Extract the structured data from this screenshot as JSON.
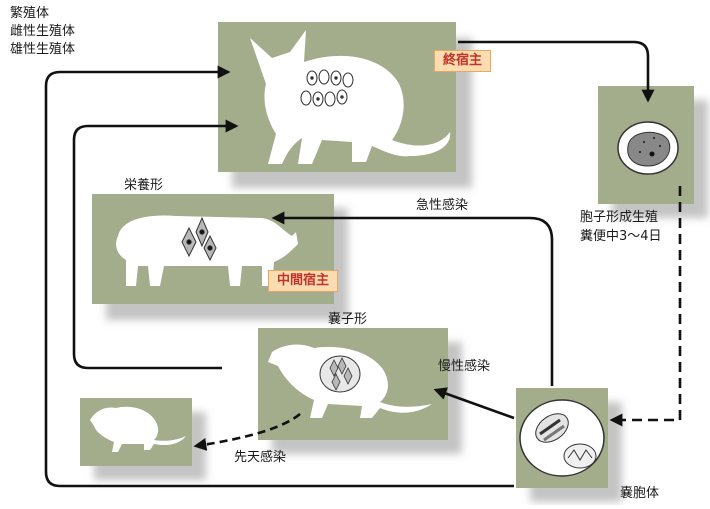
{
  "stages": {
    "cat_stages": [
      "繁殖体",
      "雌性生殖体",
      "雄性生殖体"
    ],
    "sporulation": [
      "胞子形成生殖",
      "糞便中3〜4日"
    ],
    "tachyzoite": "栄養形",
    "bradyzoite": "嚢子形",
    "oocyst": "嚢胞体"
  },
  "hosts": {
    "definitive": "終宿主",
    "intermediate": "中間宿主"
  },
  "routes": {
    "acute": "急性感染",
    "chronic": "慢性感染",
    "congenital": "先天感染"
  },
  "colors": {
    "panel": "#a3ac8b",
    "shadow": "#c9c9c9",
    "silhouette": "#ffffff",
    "arrow": "#111111",
    "badge_text": "#c0332b",
    "badge_bg": "#fbdcb0"
  }
}
